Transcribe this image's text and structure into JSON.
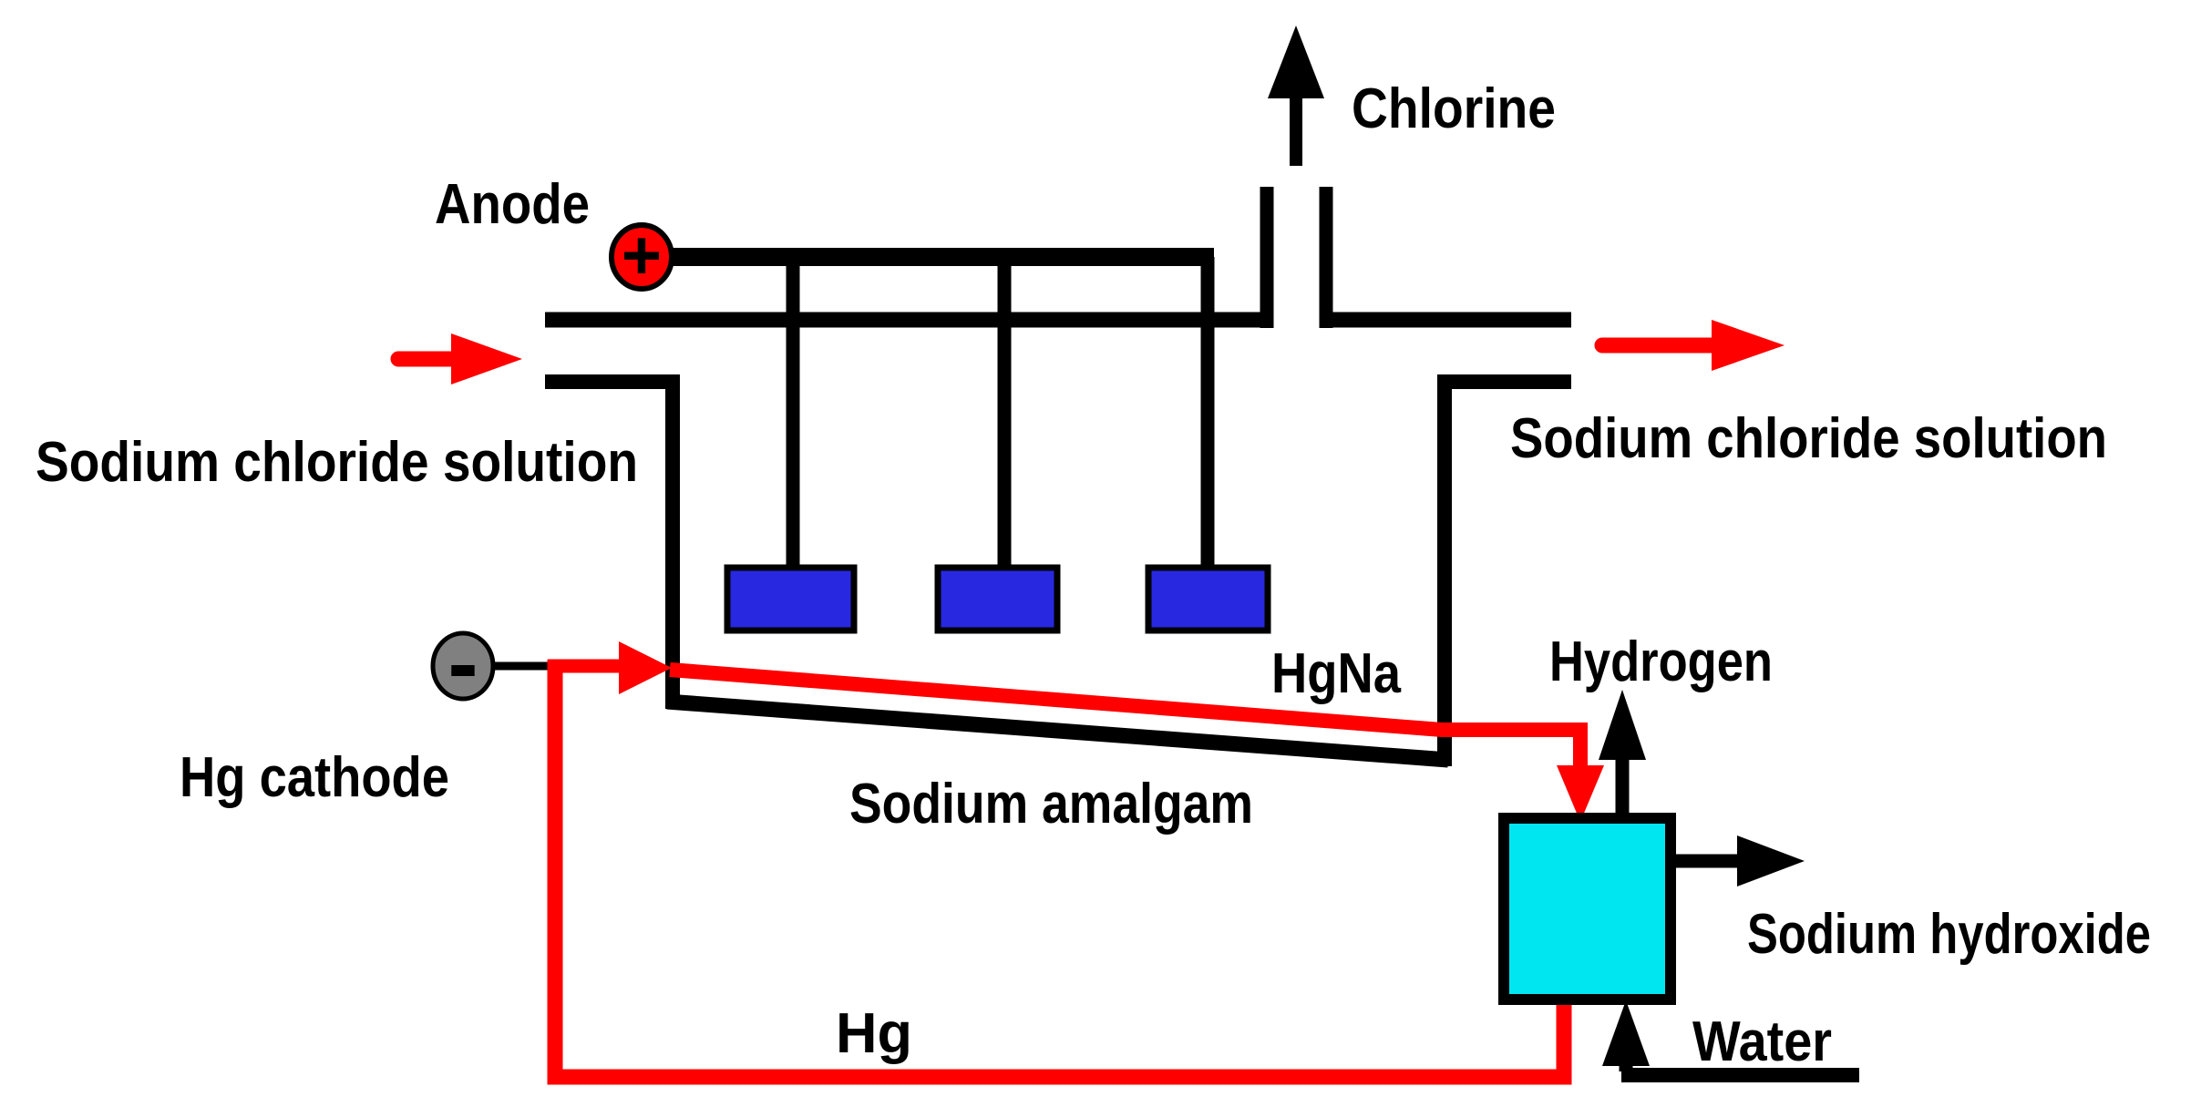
{
  "labels": {
    "chlorine": "Chlorine",
    "anode": "Anode",
    "sodium_chloride_left": "Sodium chloride solution",
    "sodium_chloride_right": "Sodium chloride solution",
    "hgna": "HgNa",
    "hydrogen": "Hydrogen",
    "hg_cathode": "Hg cathode",
    "sodium_amalgam": "Sodium amalgam",
    "sodium_hydroxide": "Sodium hydroxide",
    "hg": "Hg",
    "water": "Water",
    "anode_terminal_symbol": "+",
    "cathode_terminal_symbol": "-"
  },
  "colors": {
    "flow_red": "#FF0000",
    "anode_blue": "#2828E0",
    "decomposer_cyan": "#00E6F0",
    "cathode_gray": "#808080",
    "line_black": "#000000",
    "background": "#FFFFFF"
  }
}
